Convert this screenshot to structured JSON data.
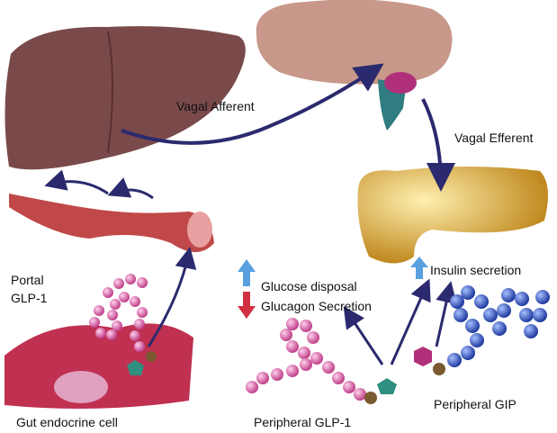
{
  "labels": {
    "vagal_afferent": "Vagal Afferent",
    "vagal_efferent": "Vagal Efferent",
    "portal_line1": "Portal",
    "portal_line2": "GLP-1",
    "glucose_disposal": "Glucose disposal",
    "glucagon_secretion": "Glucagon Secretion",
    "insulin_secretion": "Insulin secretion",
    "gut_endocrine_cell": "Gut endocrine cell",
    "peripheral_glp1": "Peripheral GLP-1",
    "peripheral_gip": "Peripheral GIP"
  },
  "colors": {
    "arrow": "#2b2a6e",
    "liver": "#7a4a4a",
    "pancreas": "#e8b84a",
    "glp1_beads": "#e070b0",
    "gip_beads": "#3a5fd0",
    "up_arrow": "#5aa0e0",
    "down_arrow": "#d03040"
  }
}
